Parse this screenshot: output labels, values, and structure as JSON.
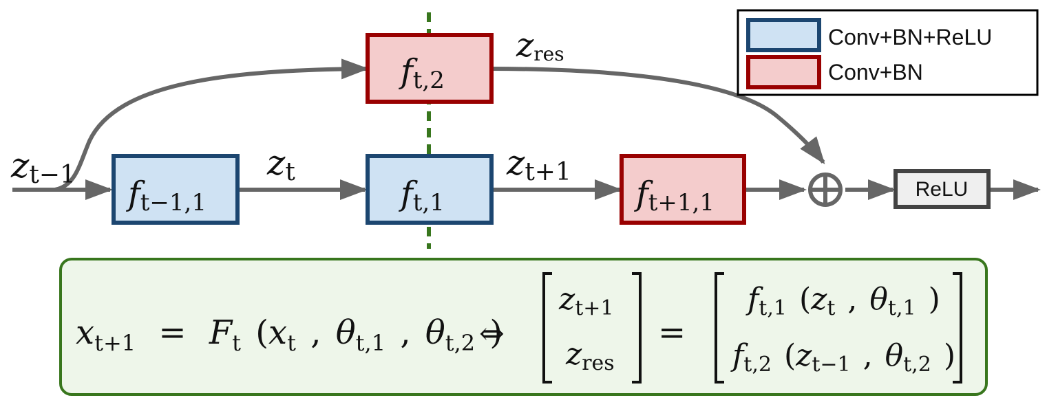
{
  "legend": {
    "items": [
      {
        "label": "Conv+BN+ReLU",
        "fill": "#cfe2f3",
        "stroke": "#1c4670"
      },
      {
        "label": "Conv+BN",
        "fill": "#f4cccc",
        "stroke": "#990000"
      }
    ]
  },
  "blocks": {
    "f_t_minus_1_1": {
      "base": "f",
      "sub": "t−1,1"
    },
    "f_t_1": {
      "base": "f",
      "sub": "t,1"
    },
    "f_t_2": {
      "base": "f",
      "sub": "t,2"
    },
    "f_t_plus_1_1": {
      "base": "f",
      "sub": "t+1,1"
    },
    "relu": {
      "label": "ReLU"
    }
  },
  "edge_labels": {
    "z_t_minus_1": {
      "base": "z",
      "sub": "t−1"
    },
    "z_t": {
      "base": "z",
      "sub": "t"
    },
    "z_t_plus_1": {
      "base": "z",
      "sub": "t+1"
    },
    "z_res": {
      "base": "z",
      "sub": "res"
    }
  },
  "sum_symbol": "⊕",
  "colors": {
    "blue_fill": "#cfe2f3",
    "blue_stroke": "#1c4670",
    "red_fill": "#f4cccc",
    "red_stroke": "#990000",
    "arrow": "#666666",
    "split_line": "#38761d",
    "equation_fill": "#eef6ea",
    "equation_stroke": "#38761d"
  },
  "equation": {
    "lhs_base": "x",
    "lhs_sub": "t+1",
    "equals": "=",
    "F_base": "F",
    "F_sub": "t",
    "open_paren": "(",
    "x_base": "x",
    "x_sub": "t",
    "comma": ",",
    "theta1_base": "θ",
    "theta1_sub": "t,1",
    "theta2_base": "θ",
    "theta2_sub": "t,2",
    "close_paren": ")",
    "iff": "⇔",
    "vec_top_base": "z",
    "vec_top_sub": "t+1",
    "vec_bot_base": "z",
    "vec_bot_sub": "res",
    "rhs_top": {
      "f_sub": "t,1",
      "z_sub": "t",
      "theta_sub": "t,1"
    },
    "rhs_bot": {
      "f_sub": "t,2",
      "z_sub": "t−1",
      "theta_sub": "t,2"
    }
  }
}
